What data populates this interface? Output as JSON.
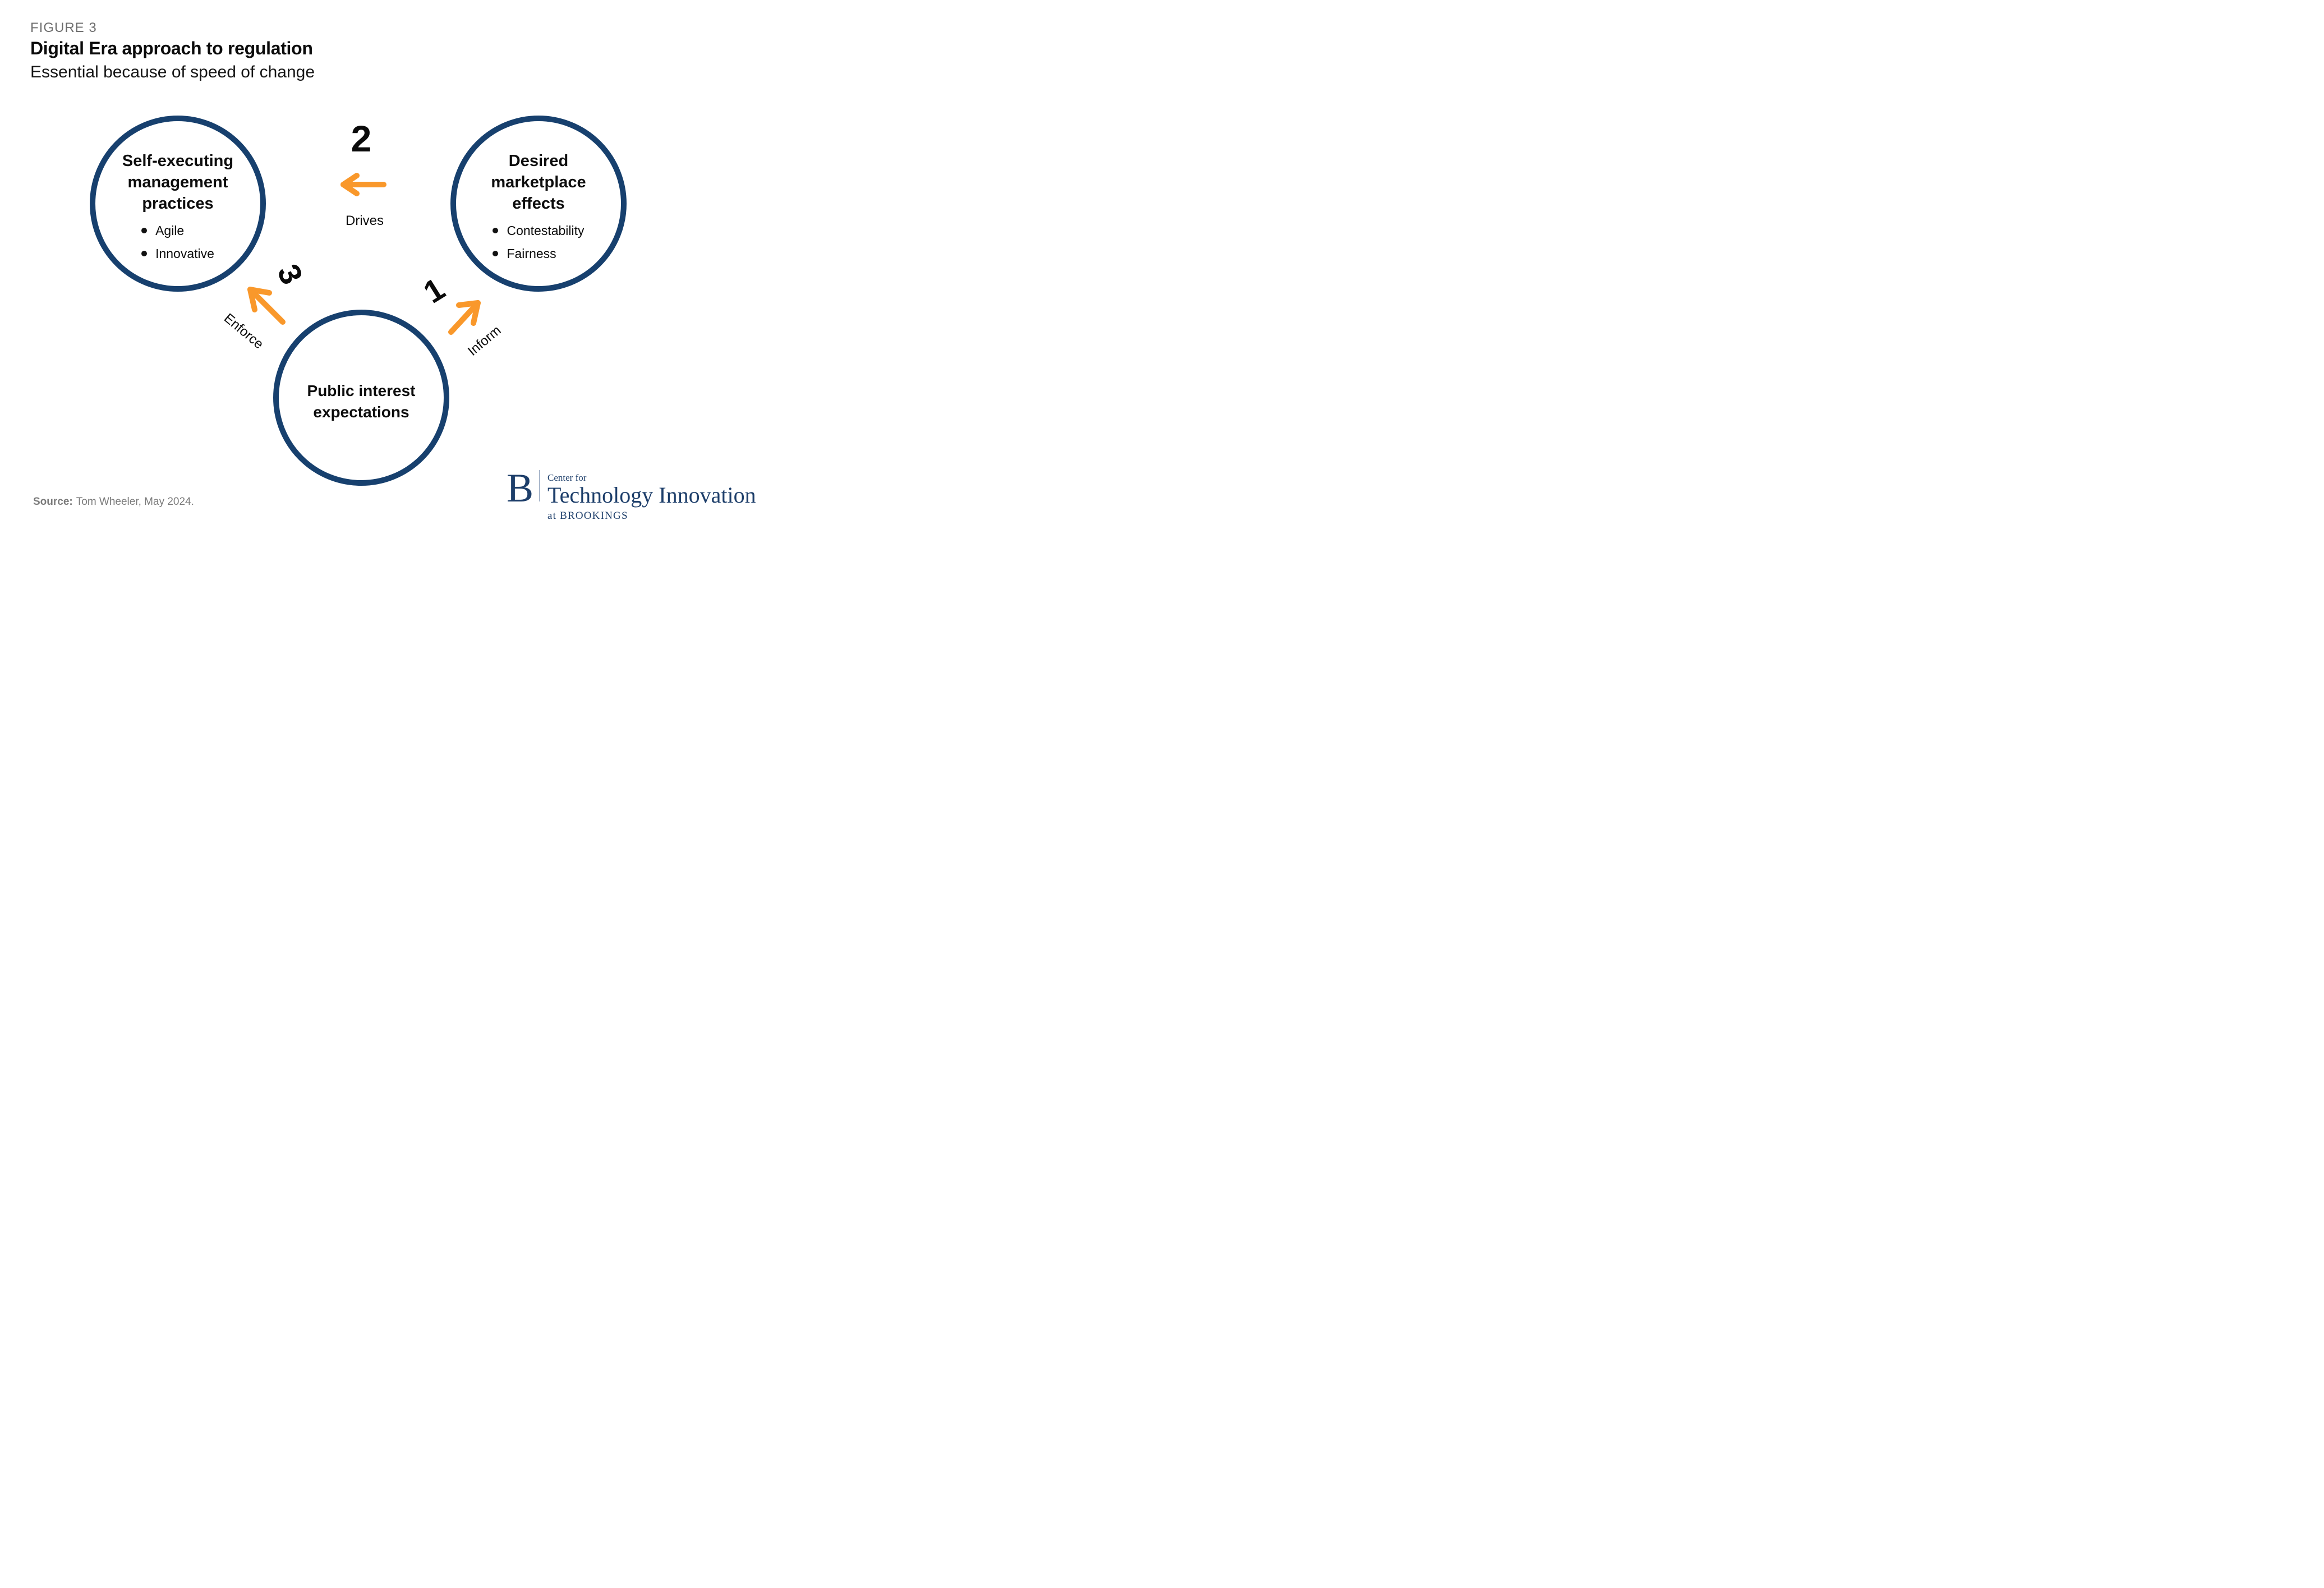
{
  "colors": {
    "navy": "#17406E",
    "orange": "#F9982B",
    "logo_navy": "#1D3E6A",
    "label_gray": "#6D6D6D",
    "source_gray": "#7B7B7B",
    "ink": "#111111"
  },
  "header": {
    "figure_label": "FIGURE 3",
    "title": "Digital Era approach to regulation",
    "subtitle": "Essential because of speed of change"
  },
  "circles": {
    "left": {
      "heading": "Self-executing management practices",
      "bullets": [
        "Agile",
        "Innovative"
      ]
    },
    "right": {
      "heading": "Desired marketplace effects",
      "bullets": [
        "Contestability",
        "Fairness"
      ]
    },
    "bottom": {
      "heading": "Public interest expectations",
      "bullets": []
    }
  },
  "flows": {
    "drives": {
      "number": "2",
      "label": "Drives"
    },
    "enforce": {
      "number": "3",
      "label": "Enforce"
    },
    "inform": {
      "number": "1",
      "label": "Inform"
    }
  },
  "footer": {
    "source_prefix": "Source:",
    "source_text": "Tom Wheeler, May 2024.",
    "logo": {
      "monogram": "B",
      "line1": "Center for",
      "line2": "Technology Innovation",
      "line3": "at BROOKINGS"
    }
  }
}
